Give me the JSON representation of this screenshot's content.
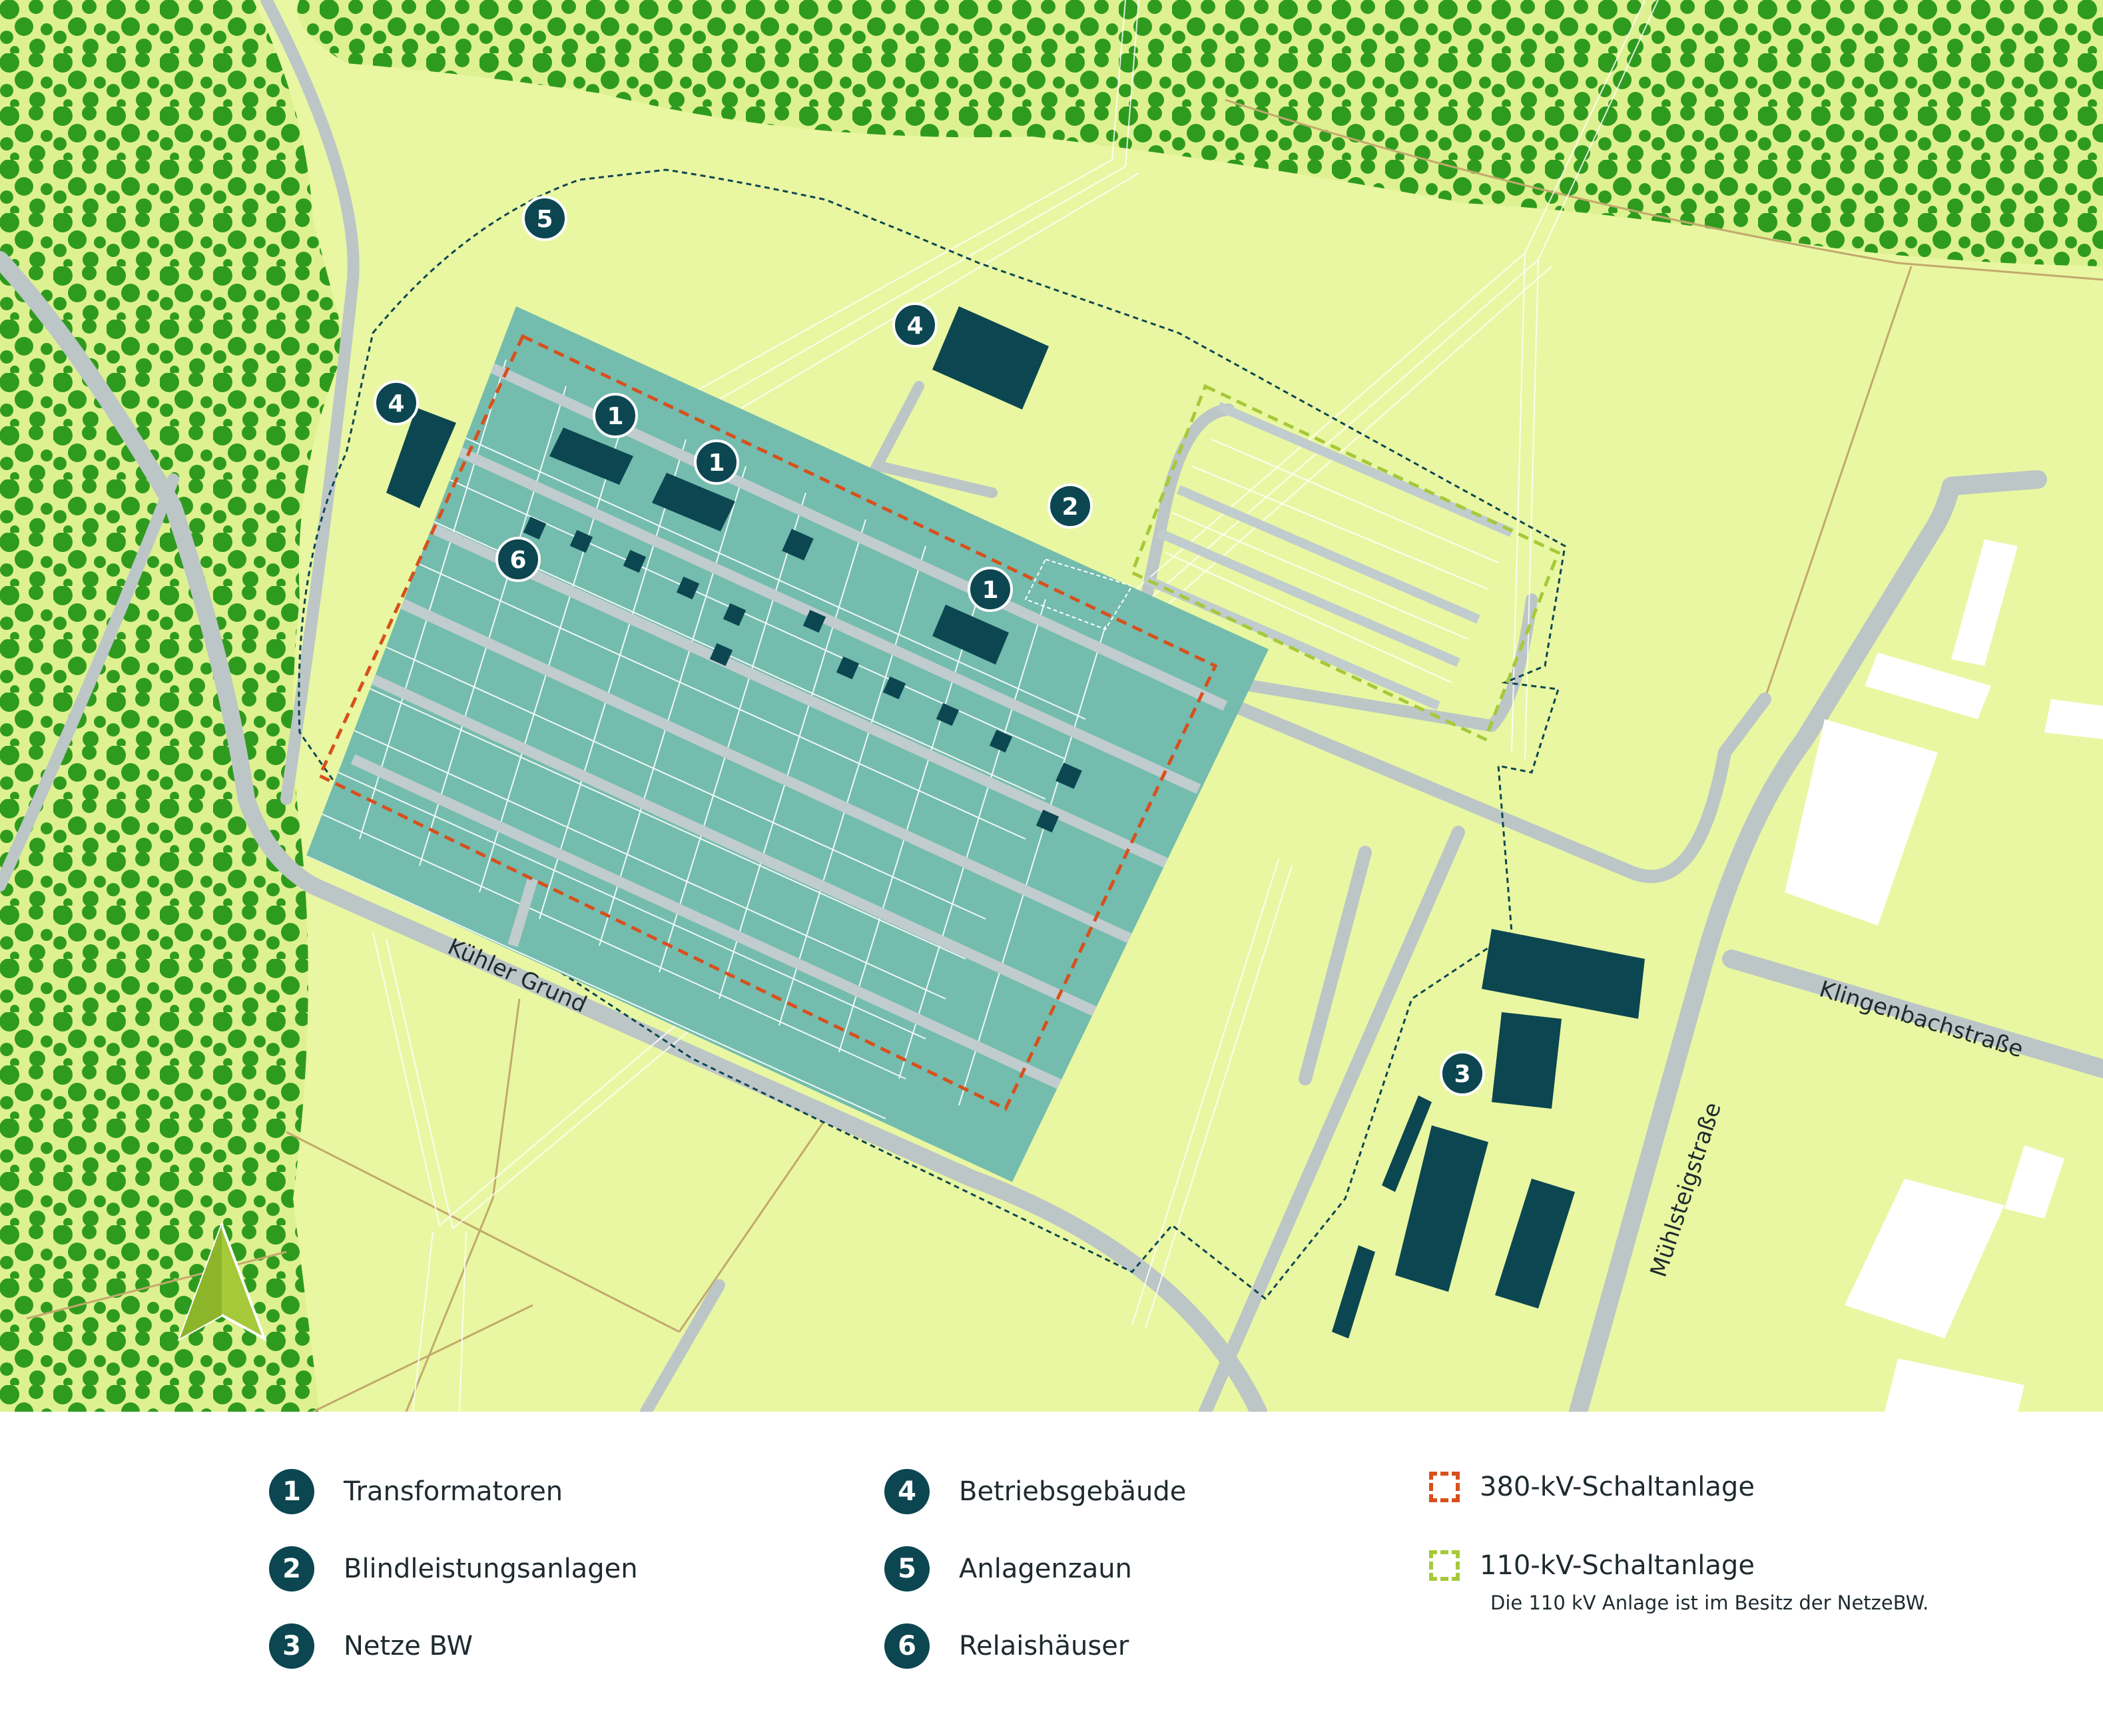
{
  "colors": {
    "meadow": "#e9f7a2",
    "forest_bg": "#def190",
    "tree": "#2f9b1e",
    "site": "#74bcae",
    "road": "#bcc6c7",
    "building": "#0c4651",
    "boundary_380": "#d7501c",
    "boundary_110": "#a6c93a",
    "north_arrow": "#a6c93a"
  },
  "map": {
    "north_arrow_icon": "north-arrow-icon",
    "streets": [
      {
        "id": "kuehler-grund",
        "label": "Kühler Grund"
      },
      {
        "id": "klingenbach",
        "label": "Klingenbachstraße"
      },
      {
        "id": "muehlsteig",
        "label": "Mühlsteigstraße"
      }
    ],
    "markers": [
      "1",
      "1",
      "1",
      "2",
      "3",
      "4",
      "4",
      "5",
      "6"
    ]
  },
  "legend": {
    "items": [
      {
        "number": "1",
        "label": "Transformatoren"
      },
      {
        "number": "2",
        "label": "Blindleistungsanlagen"
      },
      {
        "number": "3",
        "label": "Netze BW"
      },
      {
        "number": "4",
        "label": "Betriebsgebäude"
      },
      {
        "number": "5",
        "label": "Anlagenzaun"
      },
      {
        "number": "6",
        "label": "Relaishäuser"
      }
    ],
    "boundaries": [
      {
        "label": "380-kV-Schaltanlage"
      },
      {
        "label": "110-kV-Schaltanlage",
        "note": "Die 110 kV Anlage ist im Besitz der NetzeBW."
      }
    ]
  }
}
